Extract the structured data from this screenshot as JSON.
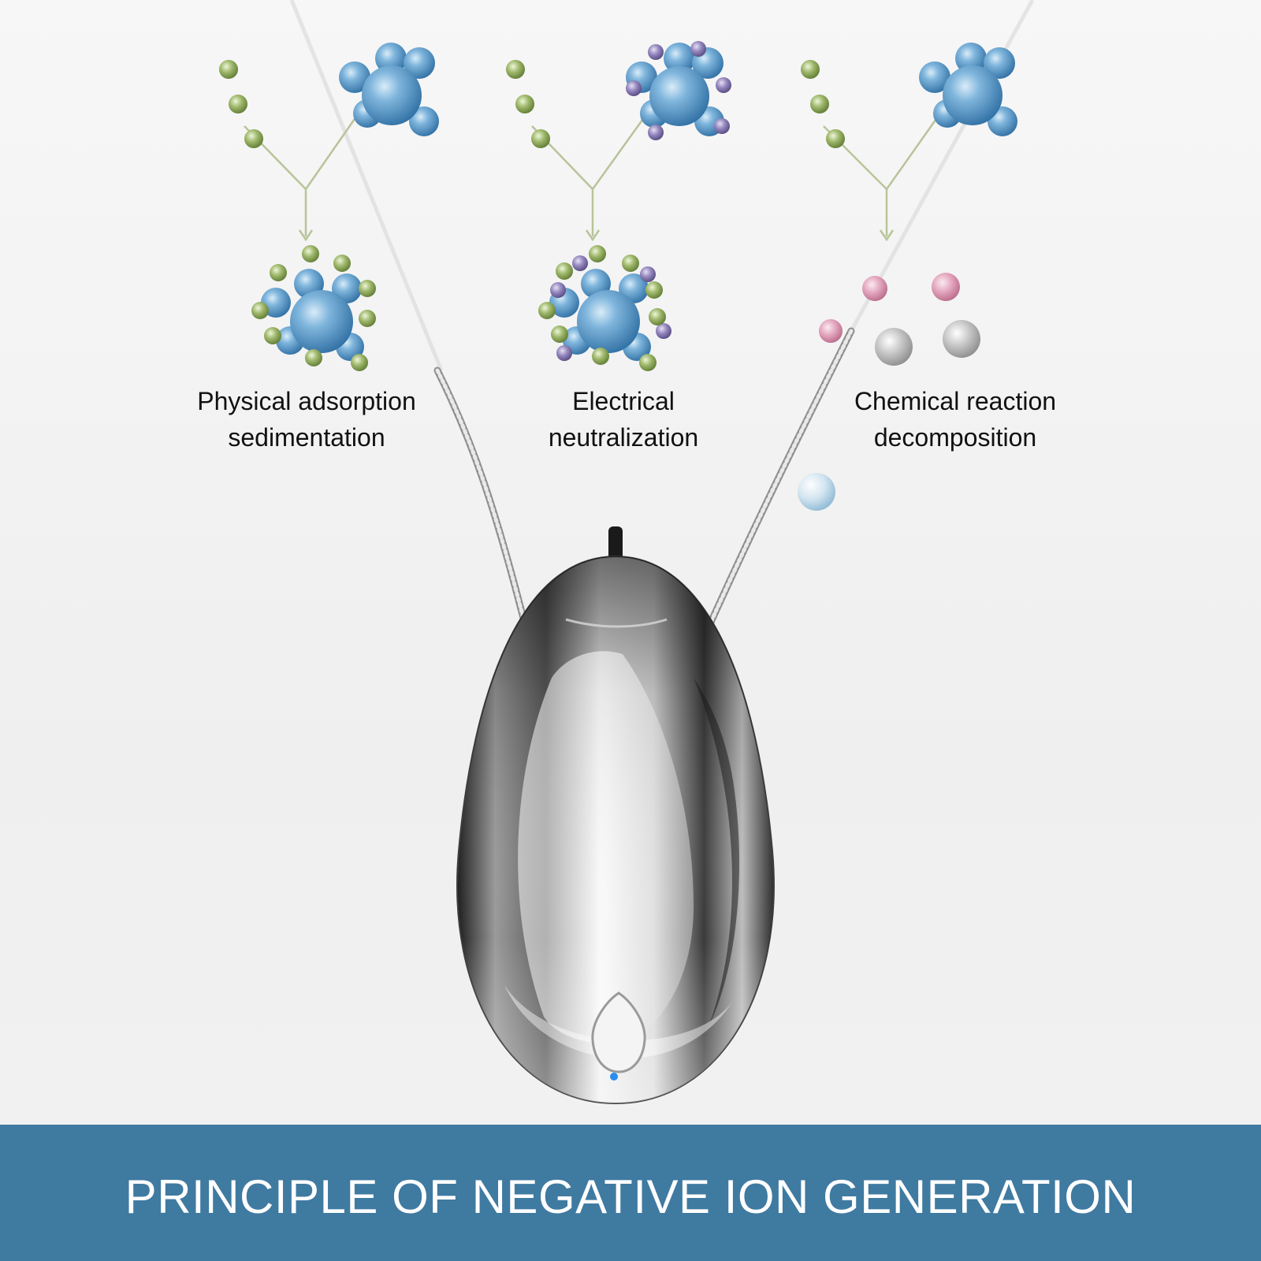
{
  "banner": {
    "title": "PRINCIPLE OF NEGATIVE ION GENERATION",
    "background_color": "#3f7aa1",
    "text_color": "#ffffff"
  },
  "processes": [
    {
      "line1": "Physical adsorption",
      "line2": "sedimentation"
    },
    {
      "line1": "Electrical",
      "line2": "neutralization"
    },
    {
      "line1": "Chemical reaction",
      "line2": "decomposition"
    }
  ],
  "colors": {
    "negative_ion": "#8aa35a",
    "pollutant": "#4a8fc4",
    "charged_particle": "#7a6aa8",
    "product_pink": "#d889a6",
    "product_grey": "#b2b2b2",
    "arrow": "#b8c49a",
    "device_silver": "#c9c9c9"
  },
  "icons": [
    "negative-ion-icon",
    "pollutant-molecule-icon",
    "necklace-chain-icon",
    "ion-generator-pendant-icon",
    "indicator-light-icon"
  ]
}
